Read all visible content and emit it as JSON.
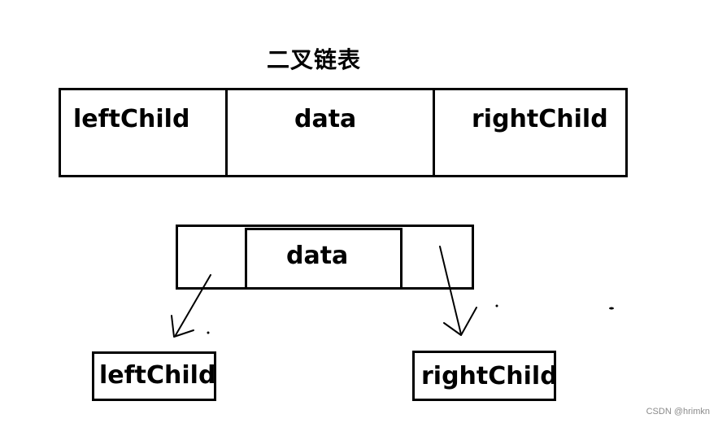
{
  "title": "二叉链表",
  "node_structure": {
    "left_field": "leftChild",
    "data_field": "data",
    "right_field": "rightChild"
  },
  "tree_node": {
    "data_label": "data",
    "left_child_label": "leftChild",
    "right_child_label": "rightChild"
  },
  "watermark": "CSDN @hrimkn"
}
